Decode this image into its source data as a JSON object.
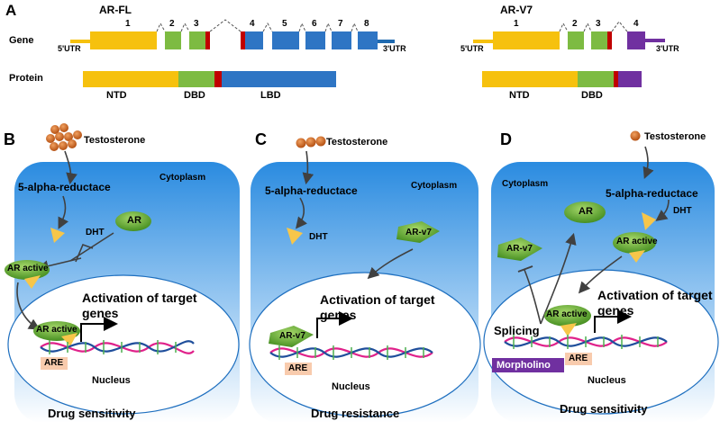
{
  "panel_a": {
    "letter": "A",
    "left_title": "AR-FL",
    "right_title": "AR-V7",
    "row_gene": "Gene",
    "row_protein": "Protein",
    "utr5": "5'UTR",
    "utr3": "3'UTR",
    "exons_fl": [
      "1",
      "2",
      "3",
      "4",
      "5",
      "6",
      "7",
      "8"
    ],
    "exons_v7": [
      "1",
      "2",
      "3",
      "4"
    ],
    "domain_ntd": "NTD",
    "domain_dbd": "DBD",
    "domain_lbd": "LBD"
  },
  "panel_b": {
    "letter": "B",
    "testosterone": "Testosterone",
    "enzyme": "5-alpha-reductace",
    "cytoplasm": "Cytoplasm",
    "dht": "DHT",
    "ar": "AR",
    "ar_active": "AR active",
    "activation": "Activation of target",
    "genes": "genes",
    "are": "ARE",
    "nucleus": "Nucleus",
    "outcome": "Drug sensitivity"
  },
  "panel_c": {
    "letter": "C",
    "testosterone": "Testosterone",
    "enzyme": "5-alpha-reductace",
    "cytoplasm": "Cytoplasm",
    "dht": "DHT",
    "ar_v7": "AR-v7",
    "activation": "Activation of target",
    "genes": "genes",
    "are": "ARE",
    "nucleus": "Nucleus",
    "outcome": "Drug resistance"
  },
  "panel_d": {
    "letter": "D",
    "testosterone": "Testosterone",
    "enzyme": "5-alpha-reductace",
    "cytoplasm": "Cytoplasm",
    "dht": "DHT",
    "ar": "AR",
    "ar_active_cyto": "AR active",
    "ar_v7": "AR-v7",
    "ar_active_nuc": "AR active",
    "activation": "Activation of target",
    "genes": "genes",
    "splicing": "Splicing",
    "morpholino": "Morpholino",
    "are": "ARE",
    "nucleus": "Nucleus",
    "outcome": "Drug sensitivity"
  },
  "colors": {
    "ntd": "#f6c10e",
    "dbd": "#7dbb42",
    "hinge": "#c00000",
    "lbd": "#2e75c4",
    "v7_exon4": "#7030a0",
    "utr5": "#f6c10e",
    "utr3_fl": "#1f6ab0",
    "cell_top": "#2a8be0",
    "cell_bottom": "#ffffff",
    "receptor_green": "#4f9a25",
    "ligand_orange": "#c55a11",
    "dht_triangle": "#f7c64a",
    "are_box": "#f8cbad",
    "morpholino_box": "#7030a0"
  }
}
